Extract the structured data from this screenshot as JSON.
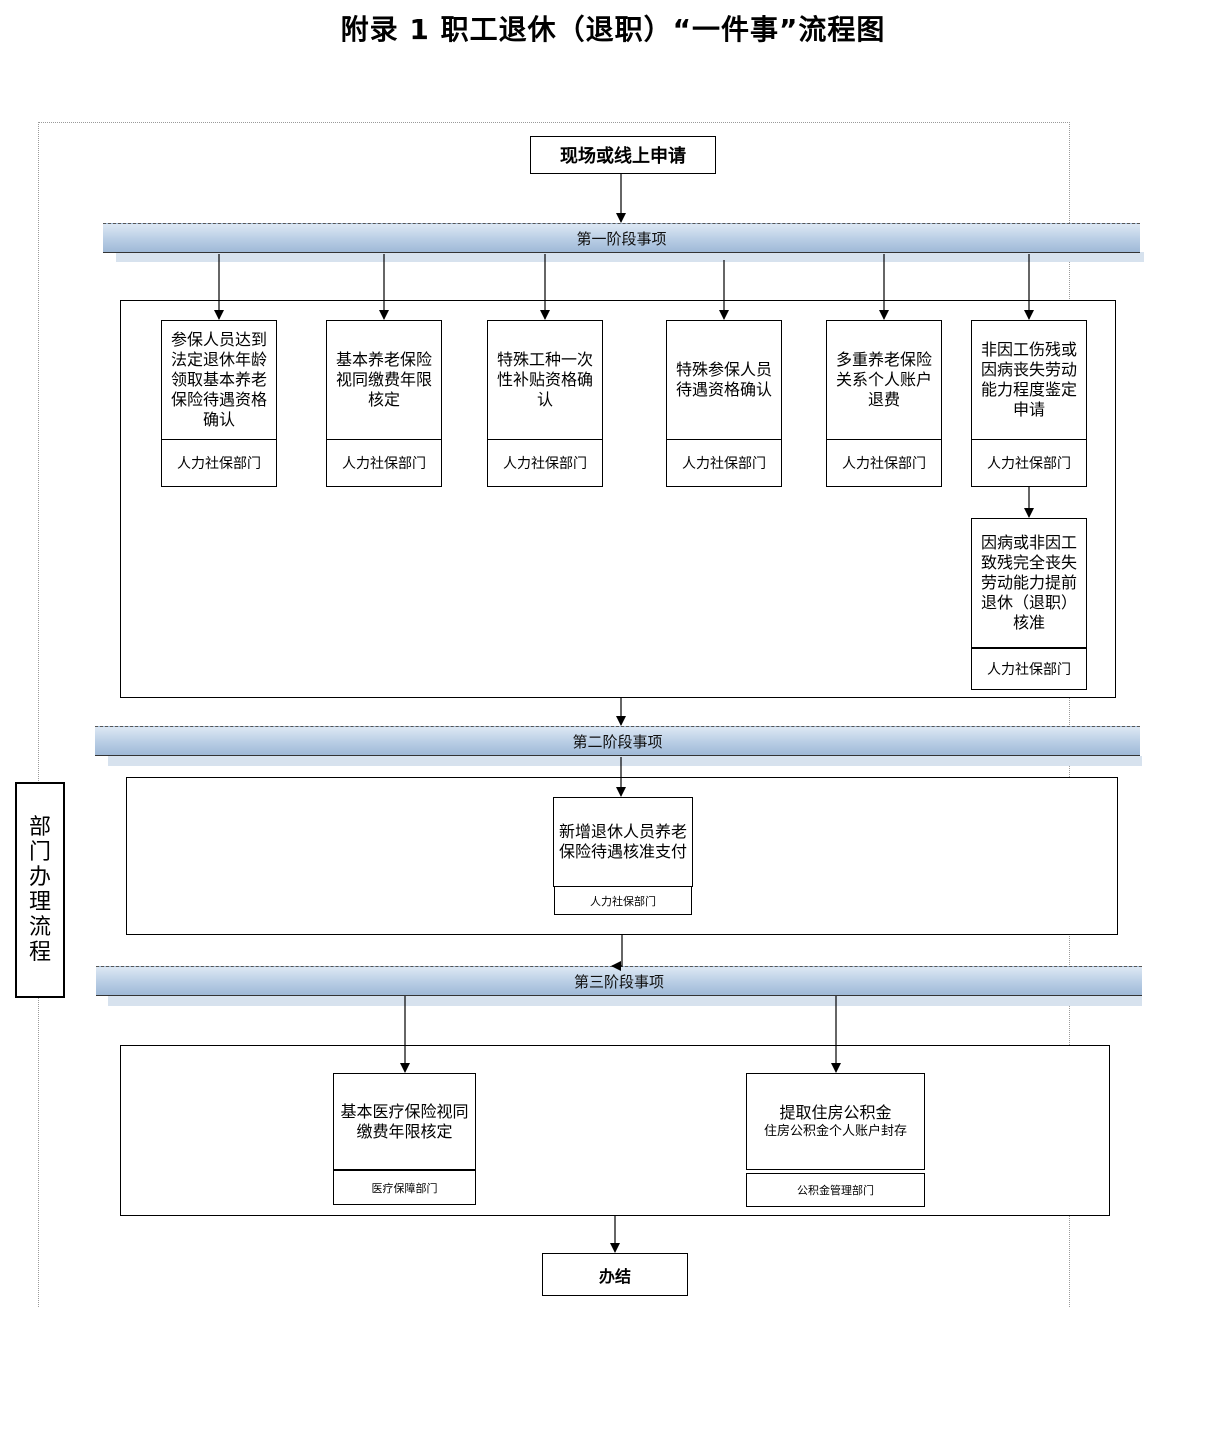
{
  "title": "附录 1  职工退休（退职）“一件事”流程图",
  "side_label": "部门办理流程",
  "start": "现场或线上申请",
  "end": "办结",
  "stage1": {
    "label": "第一阶段事项",
    "items": [
      {
        "name": "参保人员达到法定退休年龄领取基本养老保险待遇资格确认",
        "dept": "人力社保部门"
      },
      {
        "name": "基本养老保险视同缴费年限核定",
        "dept": "人力社保部门"
      },
      {
        "name": "特殊工种一次性补贴资格确认",
        "dept": "人力社保部门"
      },
      {
        "name": "特殊参保人员待遇资格确认",
        "dept": "人力社保部门"
      },
      {
        "name": "多重养老保险关系个人账户退费",
        "dept": "人力社保部门"
      },
      {
        "name": "非因工伤残或因病丧失劳动能力程度鉴定申请",
        "dept": "人力社保部门"
      }
    ],
    "followup": {
      "name": "因病或非因工致残完全丧失劳动能力提前退休（退职）核准",
      "dept": "人力社保部门"
    }
  },
  "stage2": {
    "label": "第二阶段事项",
    "item": {
      "name": "新增退休人员养老保险待遇核准支付",
      "dept": "人力社保部门"
    }
  },
  "stage3": {
    "label": "第三阶段事项",
    "items": [
      {
        "name": "基本医疗保险视同缴费年限核定",
        "dept": "医疗保障部门"
      },
      {
        "name": "提取住房公积金",
        "sub": "住房公积金个人账户封存",
        "dept": "公积金管理部门"
      }
    ]
  }
}
